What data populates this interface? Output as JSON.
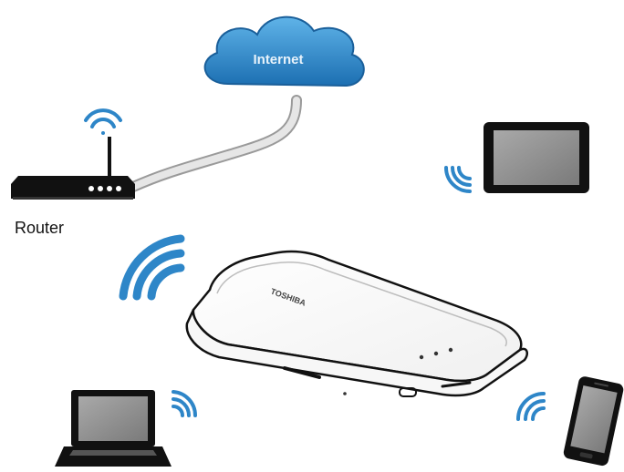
{
  "diagram": {
    "internet": {
      "label": "Internet",
      "icon": "cloud-icon"
    },
    "router": {
      "label": "Router",
      "icon": "router-icon"
    },
    "hub": {
      "icon": "portable-wireless-storage-device-icon",
      "brand_marking": "TOSHIBA"
    },
    "clients": [
      {
        "icon": "tablet-icon"
      },
      {
        "icon": "laptop-icon"
      },
      {
        "icon": "smartphone-icon"
      }
    ],
    "signals": {
      "icon": "wifi-signal-icon"
    },
    "colors": {
      "cloud_fill": "#2a8fcf",
      "cloud_dark": "#1e6fb0",
      "wifi_blue": "#2e86c8",
      "device_black": "#111111",
      "screen_gray": "#8f8f8f",
      "cable_gray": "#c8c8c8",
      "hub_fill": "#ffffff"
    }
  }
}
